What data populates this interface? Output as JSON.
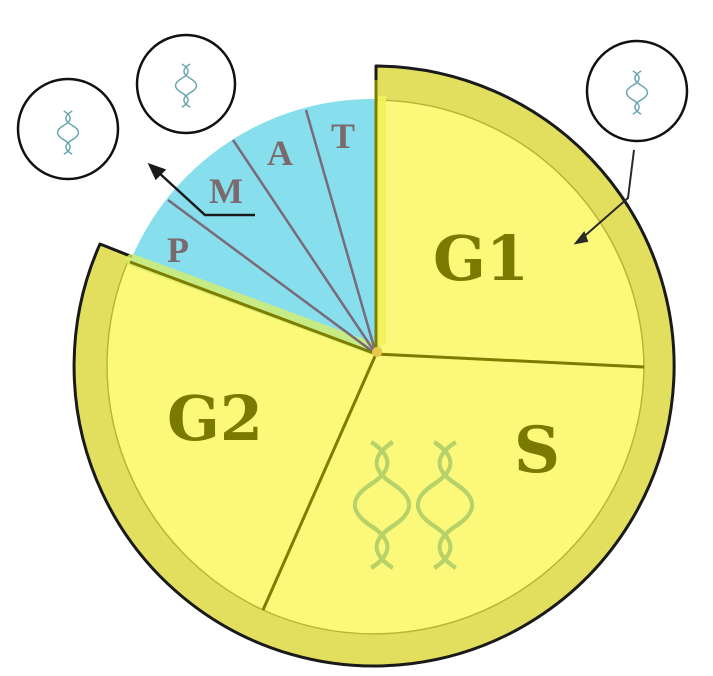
{
  "phases": {
    "g1": "G1",
    "s": "S",
    "g2": "G2",
    "p": "P",
    "m": "M",
    "a": "A",
    "t": "T"
  },
  "colors": {
    "interphase_fill": "#fcf97a",
    "interphase_ring": "#e2df5f",
    "mitosis_fill": "#87dfee",
    "phase_text": "#7a7a00",
    "mitosis_text": "#7a6a6e",
    "divider": "#7d7d00",
    "dna_icon": "#6aa6ad"
  },
  "icons": [
    "dna-icon",
    "dna-icon",
    "dna-icon",
    "dna-icon",
    "dna-icon"
  ]
}
